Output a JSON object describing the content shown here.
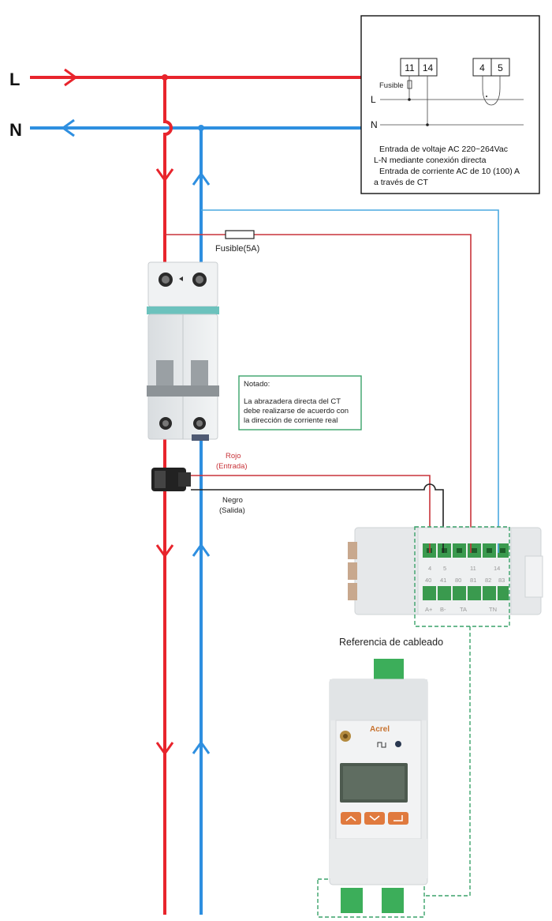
{
  "lines": {
    "live_label": "L",
    "neutral_label": "N",
    "colors": {
      "live": "#e8242c",
      "neutral": "#2e8fe0",
      "wire_red": "#c8343a",
      "wire_blue": "#4aa9e0",
      "wire_black": "#222222",
      "green_box": "#3aa26a"
    }
  },
  "inset": {
    "terminals_left": [
      "11",
      "14"
    ],
    "terminals_right": [
      "4",
      "5"
    ],
    "fuse_label": "Fusible",
    "l_label": "L",
    "n_label": "N",
    "desc_lines": [
      "Entrada de voltaje AC 220~264Vac",
      "L-N mediante conexión directa",
      "Entrada de corriente AC de 10 (100) A",
      "a través de CT"
    ]
  },
  "fuse_label": "Fusible(5A)",
  "note": {
    "title": "Notado:",
    "lines": [
      "La abrazadera directa del CT",
      "debe realizarse de acuerdo con",
      "la dirección de corriente real"
    ]
  },
  "ct_wires": {
    "red_label_1": "Rojo",
    "red_label_2": "(Entrada)",
    "black_label_1": "Negro",
    "black_label_2": "(Salida)"
  },
  "terminal_block": {
    "top_labels": [
      "4",
      "5",
      "11",
      "14"
    ],
    "bottom_labels": [
      "40",
      "41",
      "80",
      "81",
      "82",
      "83"
    ],
    "side_labels": [
      "A+",
      "B-",
      "TA",
      "TN"
    ]
  },
  "wiring_reference": "Referencia de cableado",
  "meter": {
    "brand": "Acrel",
    "icons": [
      "pulse-icon",
      "up-arrow-icon",
      "down-arrow-icon",
      "enter-icon"
    ]
  }
}
